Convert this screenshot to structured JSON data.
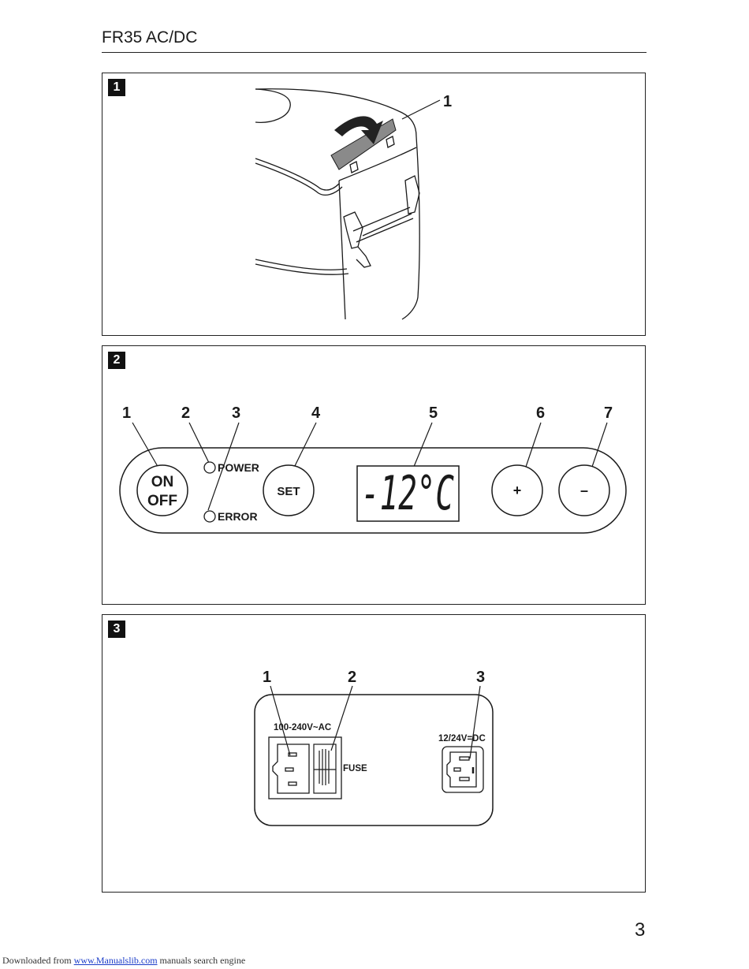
{
  "header": {
    "title": "FR35 AC/DC"
  },
  "figures": [
    {
      "number": "1",
      "callouts": [
        "1"
      ]
    },
    {
      "number": "2",
      "callouts": [
        "1",
        "2",
        "3",
        "4",
        "5",
        "6",
        "7"
      ],
      "onoff_top": "ON",
      "onoff_bottom": "OFF",
      "power_label": "POWER",
      "error_label": "ERROR",
      "set_label": "SET",
      "display_value": "-12°C",
      "plus_label": "+",
      "minus_label": "–"
    },
    {
      "number": "3",
      "callouts": [
        "1",
        "2",
        "3"
      ],
      "ac_label": "100-240V~AC",
      "fuse_label": "FUSE",
      "dc_label": "12/24V=DC"
    }
  ],
  "page_number": "3",
  "footer": {
    "prefix": "Downloaded from",
    "link_text": "www.Manualslib.com",
    "suffix": "manuals search engine"
  }
}
